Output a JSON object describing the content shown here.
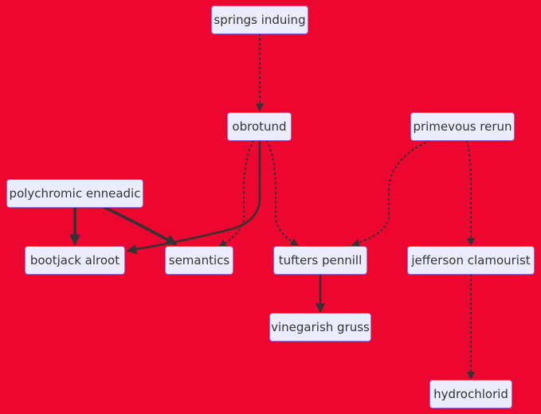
{
  "nodes": {
    "springs_induing": "springs induing",
    "obrotund": "obrotund",
    "primevous_rerun": "primevous rerun",
    "polychromic_enneadic": "polychromic enneadic",
    "bootjack_alroot": "bootjack alroot",
    "semantics": "semantics",
    "tufters_pennill": "tufters pennill",
    "jefferson_clamourist": "jefferson clamourist",
    "vinegarish_gruss": "vinegarish gruss",
    "hydrochlorid": "hydrochlorid"
  },
  "edges": [
    {
      "from": "springs_induing",
      "to": "obrotund",
      "style": "dotted"
    },
    {
      "from": "obrotund",
      "to": "bootjack_alroot",
      "style": "solid"
    },
    {
      "from": "obrotund",
      "to": "semantics",
      "style": "dotted"
    },
    {
      "from": "obrotund",
      "to": "tufters_pennill",
      "style": "dotted"
    },
    {
      "from": "primevous_rerun",
      "to": "tufters_pennill",
      "style": "dotted"
    },
    {
      "from": "primevous_rerun",
      "to": "jefferson_clamourist",
      "style": "dotted"
    },
    {
      "from": "polychromic_enneadic",
      "to": "bootjack_alroot",
      "style": "thick"
    },
    {
      "from": "polychromic_enneadic",
      "to": "semantics",
      "style": "thick"
    },
    {
      "from": "tufters_pennill",
      "to": "vinegarish_gruss",
      "style": "solid"
    },
    {
      "from": "jefferson_clamourist",
      "to": "hydrochlorid",
      "style": "dotted"
    }
  ],
  "colors": {
    "background": "#ec0630",
    "node_fill": "#ececff",
    "node_border": "#9370db",
    "text": "#333333",
    "edge": "#333333"
  }
}
